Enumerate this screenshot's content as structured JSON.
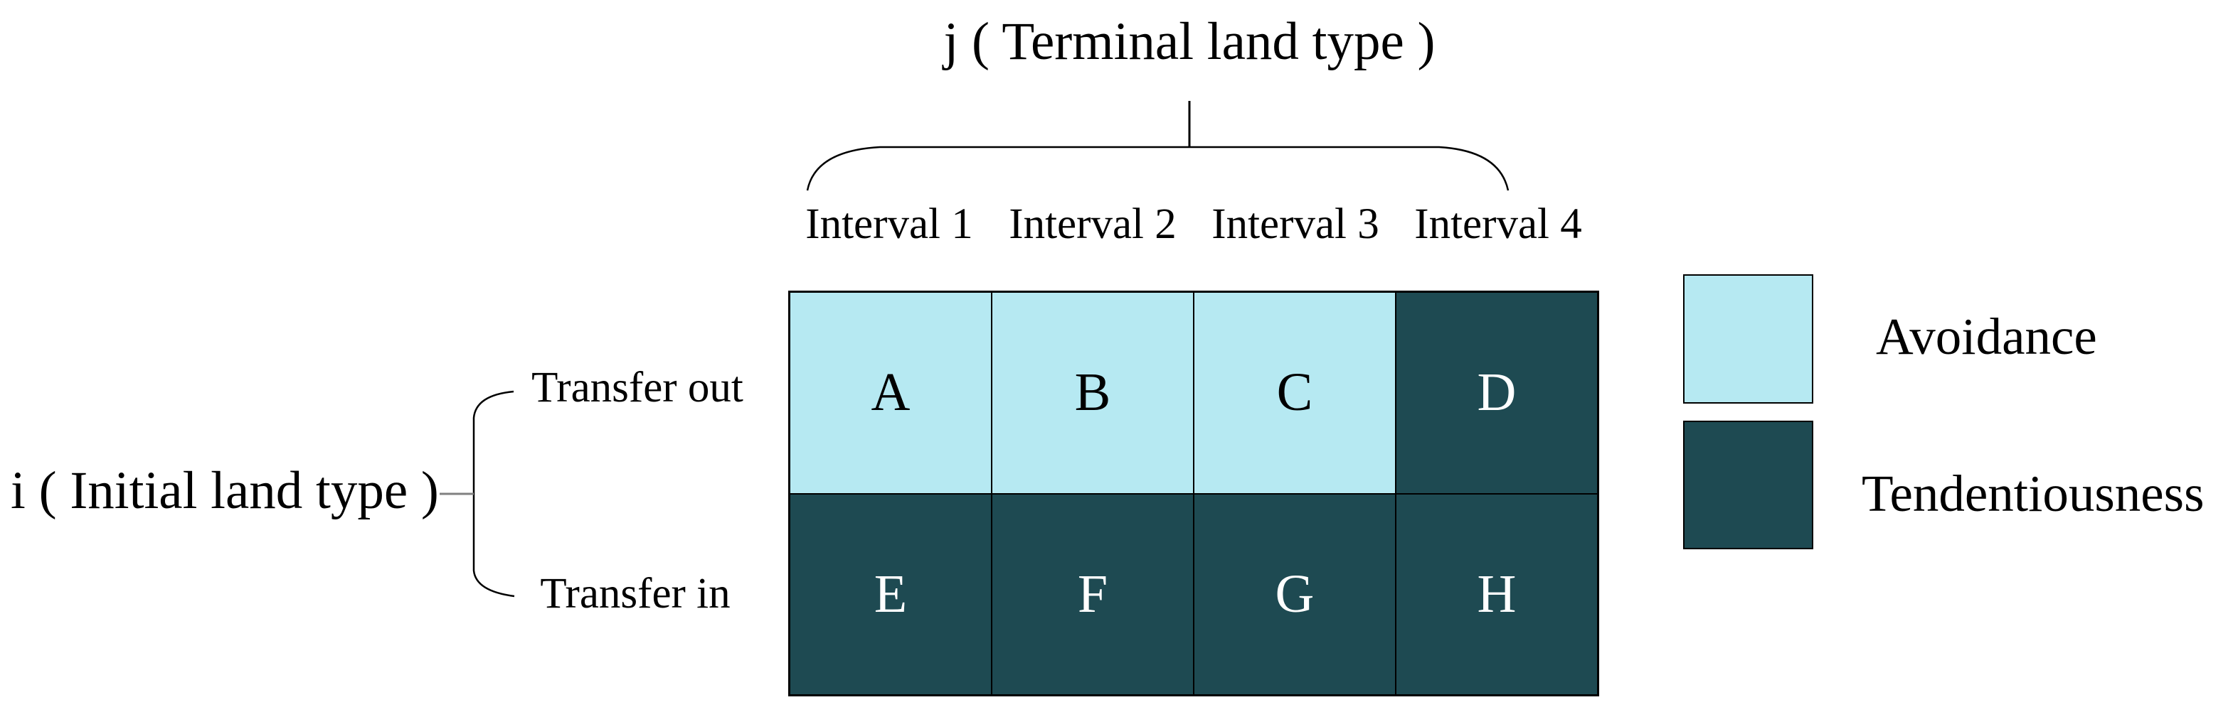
{
  "top_axis": {
    "title": "j ( Terminal land type )",
    "column_labels": [
      "Interval 1",
      "Interval 2",
      "Interval 3",
      "Interval 4"
    ]
  },
  "left_axis": {
    "title": "i ( Initial land type )",
    "row_labels": [
      "Transfer out",
      "Transfer in"
    ]
  },
  "matrix": {
    "cells": [
      {
        "letter": "A",
        "category": "avoidance"
      },
      {
        "letter": "B",
        "category": "avoidance"
      },
      {
        "letter": "C",
        "category": "avoidance"
      },
      {
        "letter": "D",
        "category": "tendentiousness"
      },
      {
        "letter": "E",
        "category": "tendentiousness"
      },
      {
        "letter": "F",
        "category": "tendentiousness"
      },
      {
        "letter": "G",
        "category": "tendentiousness"
      },
      {
        "letter": "H",
        "category": "tendentiousness"
      }
    ]
  },
  "legend": {
    "items": [
      {
        "label": "Avoidance",
        "category": "avoidance"
      },
      {
        "label": "Tendentiousness",
        "category": "tendentiousness"
      }
    ]
  },
  "colors": {
    "avoidance": "#B6E9F2",
    "tendentiousness": "#1E4A52",
    "text_on_light": "#000000",
    "text_on_dark": "#FFFFFF",
    "line": "#000000",
    "connector": "#808080"
  }
}
